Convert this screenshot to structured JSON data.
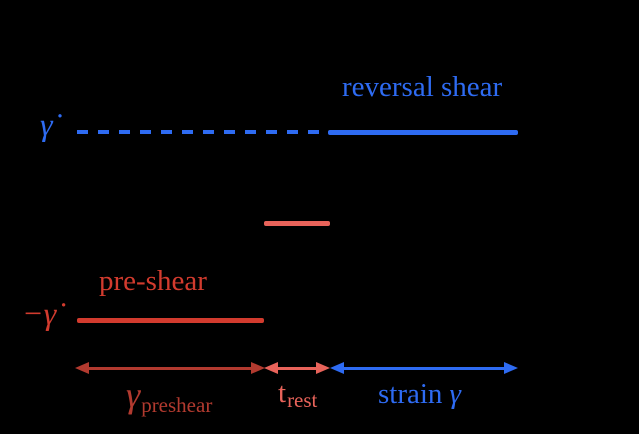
{
  "labels": {
    "reversal_shear": "reversal shear",
    "pre_shear": "pre-shear",
    "gamma_dot": "γ̇",
    "minus_gamma_dot": "−γ̇",
    "gamma": "γ",
    "preshear_subscript": "preshear",
    "t": "t",
    "rest_subscript": "rest",
    "strain": "strain",
    "strain_gamma": "γ"
  },
  "colors": {
    "blue": "#2E6BF2",
    "red": "#D23B2E",
    "dark_red": "#B23A2F",
    "light_red": "#E8635A",
    "background": "#000000"
  },
  "phases": [
    {
      "segment": "pre-shear",
      "rate_level": "−γ̇",
      "extent_annotation": "γ preshear",
      "line_style": "solid red"
    },
    {
      "segment": "rest",
      "rate_level": "between −γ̇ and γ̇ (zero)",
      "extent_annotation": "t rest",
      "line_style": "short light-red"
    },
    {
      "segment": "reversal shear",
      "rate_level": "γ̇",
      "extent_annotation": "strain γ",
      "line_style": "solid blue, dashed blue lead-in at same level"
    }
  ]
}
